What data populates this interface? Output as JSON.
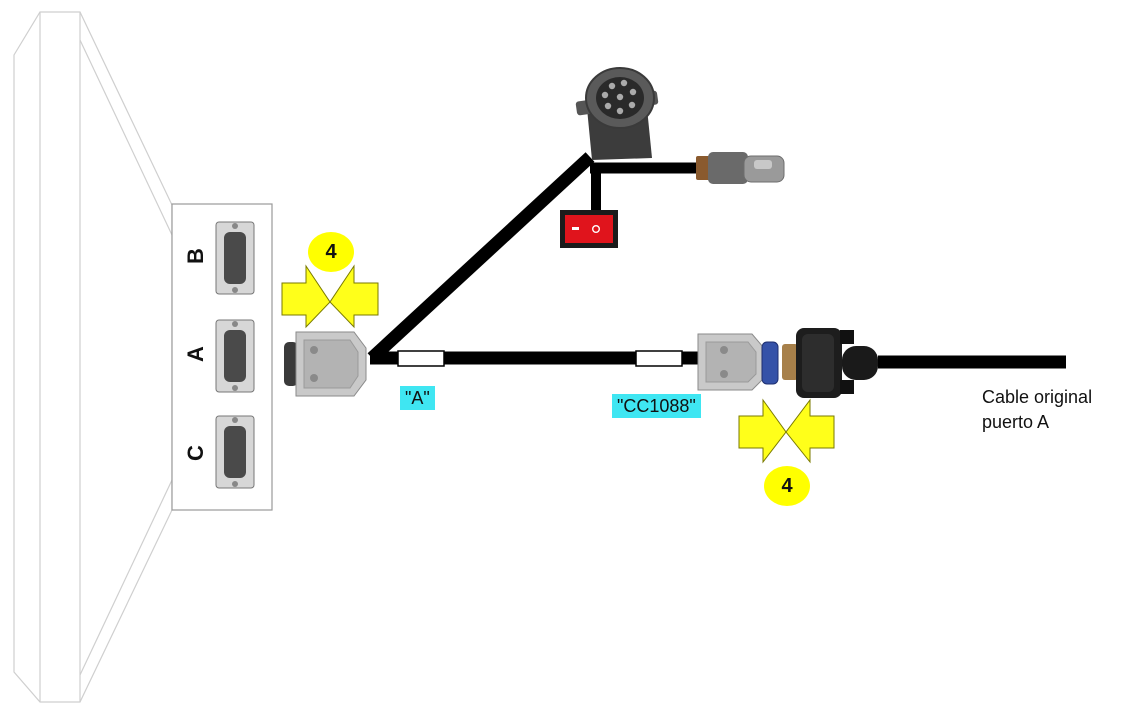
{
  "ports": {
    "top": "B",
    "middle": "A",
    "bottom": "C"
  },
  "cable_labels": {
    "near_end": "\"A\"",
    "far_end": "\"CC1088\""
  },
  "step_badges": {
    "left": "4",
    "right": "4"
  },
  "cable_note": {
    "line1": "Cable original",
    "line2": "puerto A"
  },
  "colors": {
    "tag_bg": "#3fe6f2",
    "badge_bg": "#ffff00",
    "arrow_fill": "#ffff1a",
    "cable": "#000000",
    "switch": "#e0141c"
  },
  "icons": [
    "monitor-side-view",
    "db9-port",
    "db9-female-connector",
    "db9-male-connector",
    "round-8-pin-connector",
    "deutsch-2-pin-connector",
    "rocker-switch",
    "inward-arrow-pair"
  ]
}
